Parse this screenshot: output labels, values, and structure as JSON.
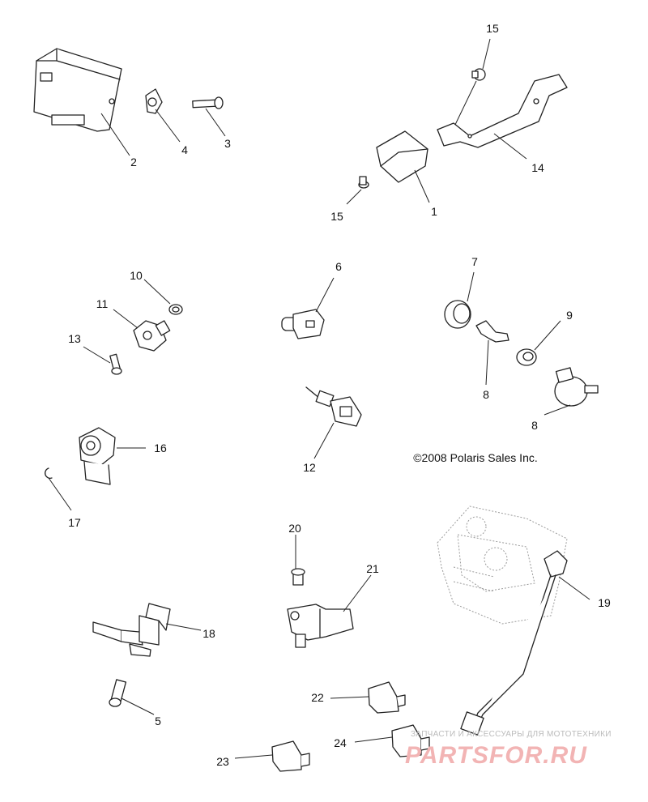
{
  "callouts": {
    "c1": "1",
    "c2": "2",
    "c3": "3",
    "c4": "4",
    "c5": "5",
    "c6": "6",
    "c7": "7",
    "c8a": "8",
    "c8b": "8",
    "c9": "9",
    "c10": "10",
    "c11": "11",
    "c12": "12",
    "c13": "13",
    "c14": "14",
    "c15a": "15",
    "c15b": "15",
    "c16": "16",
    "c17": "17",
    "c18": "18",
    "c19": "19",
    "c20": "20",
    "c21": "21",
    "c22": "22",
    "c23": "23",
    "c24": "24"
  },
  "copyright": "©2008 Polaris Sales Inc.",
  "watermark": {
    "tagline": "ЗАПЧАСТИ И АКСЕССУАРЫ ДЛЯ МОТОТЕХНИКИ",
    "logo_text": "PARTSFOR.RU"
  },
  "colors": {
    "line": "#222222",
    "watermark": "#f2b4b4"
  }
}
